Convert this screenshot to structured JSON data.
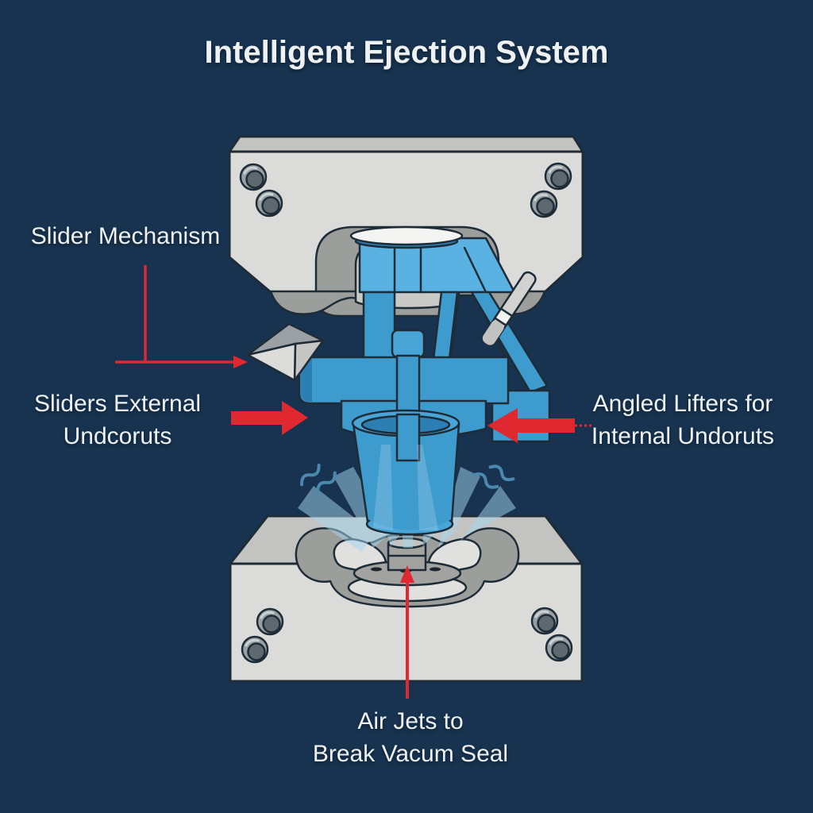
{
  "title": "Intelligent Ejection System",
  "labels": {
    "slider_mechanism": "Slider Mechanism",
    "external_line1": "Sliders External",
    "external_line2": "Undcoruts",
    "lifters_line1": "Angled Lifters for",
    "lifters_line2": "Internal Undoruts",
    "air_line1": "Air Jets to",
    "air_line2": "Break Vacum Seal"
  },
  "parts": [
    "top-mold-plate",
    "molded-part",
    "slider-wedge",
    "angled-lifter-pin",
    "bottom-mold-plate",
    "ejector-platform",
    "air-jets",
    "vibration-squiggles",
    "annotation-arrows"
  ],
  "colors": {
    "background": "#173350",
    "outline": "#1e2c38",
    "mold_light": "#dbdbd9",
    "mold_mid": "#c3c3c1",
    "cavity_gray": "#9c9e9c",
    "cavity_light": "#c9c9c7",
    "steel_mid": "#97a0a4",
    "steel_dark": "#5d686f",
    "steel_highlight": "#ccd1d2",
    "part_blue": "#3e9bce",
    "part_blue_light": "#5ab2e3",
    "part_blue_dark": "#2c7fb2",
    "part_blue_flange": "#48a5d6",
    "cap_white": "#f4f4f2",
    "accent_red": "#df2830",
    "jet_blue": "#a5d8f2",
    "squiggle_blue": "#4a88b0",
    "platform_gray": "#a2a2a0",
    "platform_light": "#e0e0de",
    "wedge_dark": "#9aa0a3",
    "wedge_light": "#dcdcda",
    "wedge_mid": "#c6c6c4",
    "rod_gray": "#d2d2d0",
    "rod_band": "#f2f2f0",
    "rod_tip": "#c2c2c0",
    "text": "#eef2f5"
  }
}
